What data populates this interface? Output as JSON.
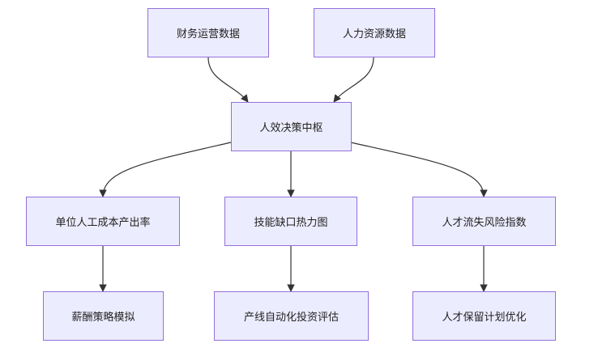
{
  "diagram": {
    "colors": {
      "node_fill": "#ececff",
      "node_border": "#9370db",
      "edge": "#333333",
      "text": "#222222"
    },
    "nodes": {
      "finance": "财务运营数据",
      "hr": "人力资源数据",
      "hub": "人效决策中枢",
      "unit_cost": "单位人工成本产出率",
      "skill_gap": "技能缺口热力图",
      "attrition": "人才流失风险指数",
      "salary": "薪酬策略模拟",
      "automation": "产线自动化投资评估",
      "retention": "人才保留计划优化"
    },
    "edges": [
      {
        "from": "finance",
        "to": "hub"
      },
      {
        "from": "hr",
        "to": "hub"
      },
      {
        "from": "hub",
        "to": "unit_cost"
      },
      {
        "from": "hub",
        "to": "skill_gap"
      },
      {
        "from": "hub",
        "to": "attrition"
      },
      {
        "from": "unit_cost",
        "to": "salary"
      },
      {
        "from": "skill_gap",
        "to": "automation"
      },
      {
        "from": "attrition",
        "to": "retention"
      }
    ]
  }
}
